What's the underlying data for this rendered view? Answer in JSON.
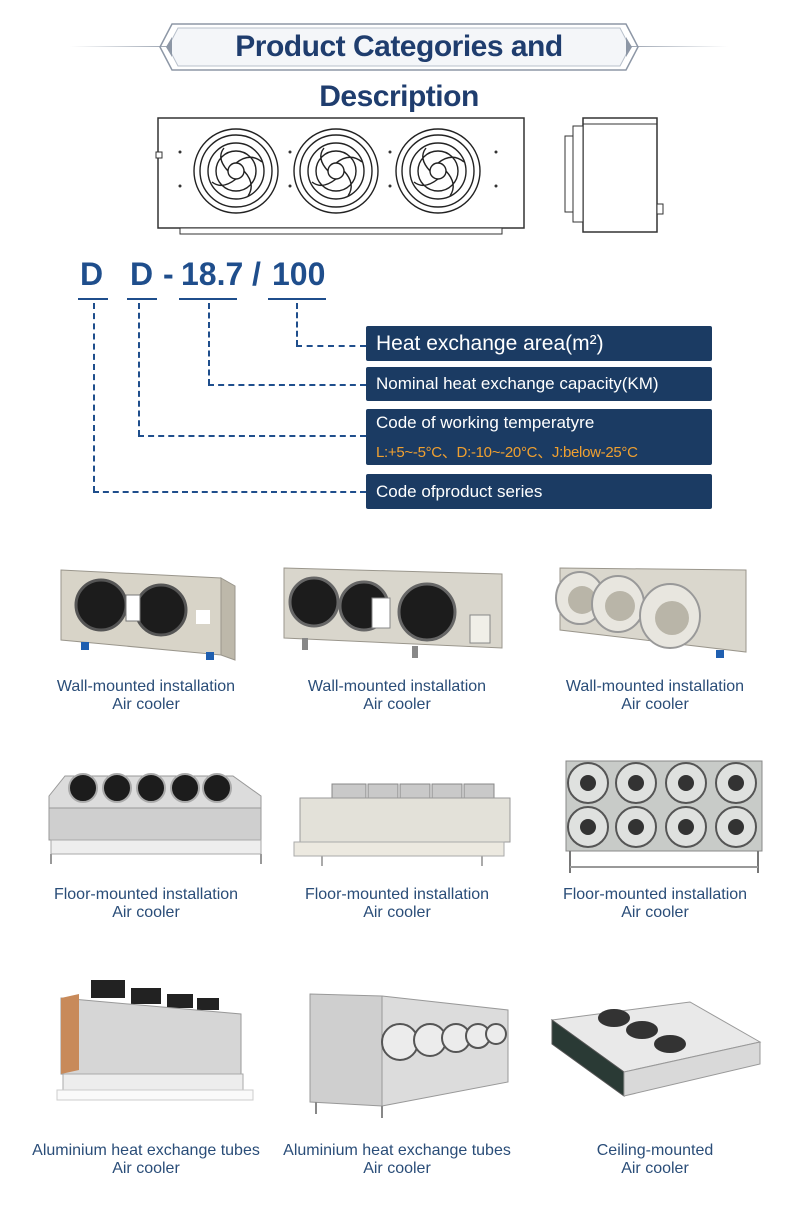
{
  "header": {
    "title": "Product Categories and Description"
  },
  "model_code": {
    "part1": "D",
    "part2": "D",
    "sep1": "-",
    "part3": "18.7",
    "sep2": "/",
    "part4": "100"
  },
  "legend": {
    "area": "Heat exchange area(m²)",
    "capacity": "Nominal heat exchange capacity(KM)",
    "temperature_title": "Code of working temperatyre",
    "temperature_codes": "L:+5~-5°C、D:-10~-20°C、J:below-25°C",
    "series": "Code ofproduct series"
  },
  "products": [
    {
      "line1": "Wall-mounted installation",
      "line2": "Air cooler"
    },
    {
      "line1": "Wall-mounted installation",
      "line2": "Air cooler"
    },
    {
      "line1": "Wall-mounted installation",
      "line2": "Air cooler"
    },
    {
      "line1": "Floor-mounted installation",
      "line2": "Air cooler"
    },
    {
      "line1": "Floor-mounted installation",
      "line2": "Air cooler"
    },
    {
      "line1": "Floor-mounted installation",
      "line2": "Air cooler"
    },
    {
      "line1": "Aluminium heat exchange tubes",
      "line2": "Air cooler"
    },
    {
      "line1": "Aluminium heat exchange tubes",
      "line2": "Air cooler"
    },
    {
      "line1": "Ceiling-mounted",
      "line2": "Air cooler"
    }
  ],
  "colors": {
    "navy": "#1b3b63",
    "code_blue": "#1f4e8c",
    "orange": "#f0a030"
  }
}
